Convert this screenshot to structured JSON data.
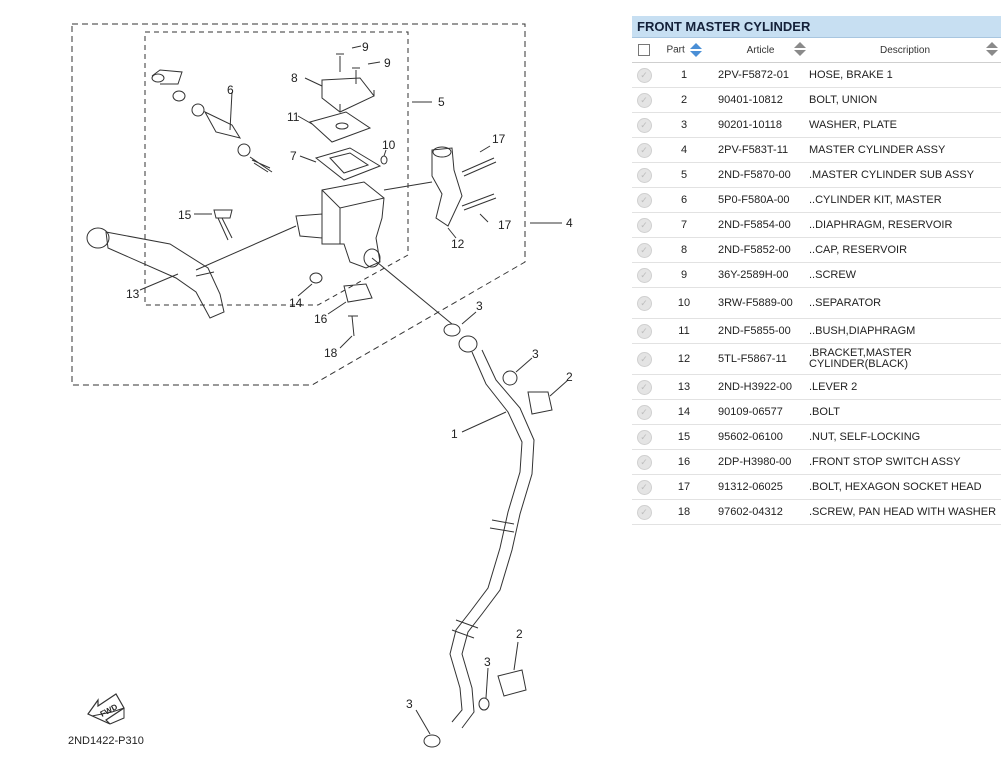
{
  "diagram": {
    "code": "2ND1422-P310",
    "fwd_label": "FWD",
    "callouts": [
      "1",
      "2",
      "2",
      "3",
      "3",
      "3",
      "4",
      "5",
      "6",
      "7",
      "8",
      "9",
      "9",
      "10",
      "11",
      "12",
      "13",
      "14",
      "15",
      "16",
      "17",
      "17",
      "18"
    ]
  },
  "panel": {
    "title": "FRONT MASTER CYLINDER",
    "columns": {
      "part": "Part",
      "article": "Article",
      "description": "Description"
    },
    "rows": [
      {
        "part": "1",
        "article": "2PV-F5872-01",
        "description": "HOSE, BRAKE 1"
      },
      {
        "part": "2",
        "article": "90401-10812",
        "description": "BOLT, UNION"
      },
      {
        "part": "3",
        "article": "90201-10118",
        "description": "WASHER, PLATE"
      },
      {
        "part": "4",
        "article": "2PV-F583T-11",
        "description": "MASTER CYLINDER ASSY"
      },
      {
        "part": "5",
        "article": "2ND-F5870-00",
        "description": ".MASTER CYLINDER SUB ASSY"
      },
      {
        "part": "6",
        "article": "5P0-F580A-00",
        "description": "..CYLINDER KIT, MASTER"
      },
      {
        "part": "7",
        "article": "2ND-F5854-00",
        "description": "..DIAPHRAGM, RESERVOIR"
      },
      {
        "part": "8",
        "article": "2ND-F5852-00",
        "description": "..CAP, RESERVOIR"
      },
      {
        "part": "9",
        "article": "36Y-2589H-00",
        "description": "..SCREW"
      },
      {
        "part": "10",
        "article": "3RW-F5889-00",
        "description": "..SEPARATOR"
      },
      {
        "part": "11",
        "article": "2ND-F5855-00",
        "description": "..BUSH,DIAPHRAGM"
      },
      {
        "part": "12",
        "article": "5TL-F5867-11",
        "description": ".BRACKET,MASTER CYLINDER(BLACK)"
      },
      {
        "part": "13",
        "article": "2ND-H3922-00",
        "description": ".LEVER 2"
      },
      {
        "part": "14",
        "article": "90109-06577",
        "description": ".BOLT"
      },
      {
        "part": "15",
        "article": "95602-06100",
        "description": ".NUT, SELF-LOCKING"
      },
      {
        "part": "16",
        "article": "2DP-H3980-00",
        "description": ".FRONT STOP SWITCH ASSY"
      },
      {
        "part": "17",
        "article": "91312-06025",
        "description": ".BOLT, HEXAGON SOCKET HEAD"
      },
      {
        "part": "18",
        "article": "97602-04312",
        "description": ".SCREW, PAN HEAD WITH WASHER"
      }
    ]
  }
}
